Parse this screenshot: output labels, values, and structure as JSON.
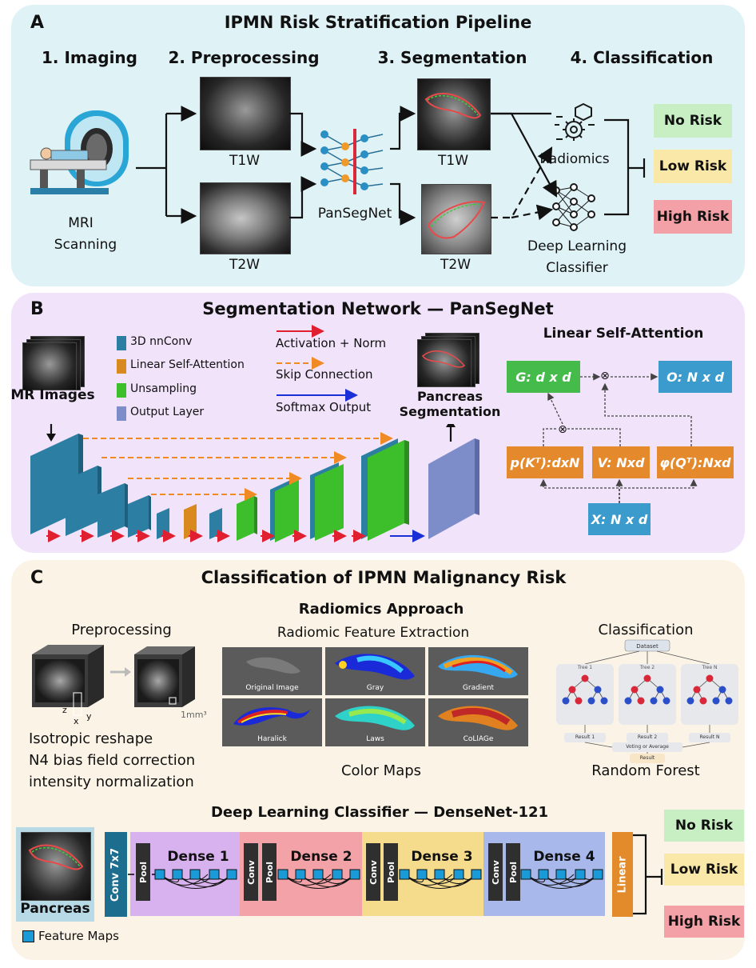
{
  "panel_a": {
    "letter": "A",
    "title": "IPMN Risk Stratification Pipeline",
    "steps": [
      "1. Imaging",
      "2. Preprocessing",
      "3. Segmentation",
      "4. Classification"
    ],
    "mri_label_line1": "MRI",
    "mri_label_line2": "Scanning",
    "t1w": "T1W",
    "t2w": "T2W",
    "pansegnet": "PanSegNet",
    "seg_t1w": "T1W",
    "seg_t2w": "T2W",
    "radiomics": "Radiomics",
    "dl_line1": "Deep Learning",
    "dl_line2": "Classifier",
    "risks": [
      "No Risk",
      "Low Risk",
      "High Risk"
    ]
  },
  "panel_b": {
    "letter": "B",
    "title": "Segmentation Network — PanSegNet",
    "mr_images": "MR Images",
    "legend_blocks": [
      "3D nnConv",
      "Linear Self-Attention",
      "Unsampling",
      "Output Layer"
    ],
    "legend_arrows": [
      "Activation + Norm",
      "Skip Connection",
      "Softmax Output"
    ],
    "output_line1": "Pancreas",
    "output_line2": "Segmentation",
    "lsa_title": "Linear Self-Attention",
    "lsa_G": "G: d x d",
    "lsa_O": "O: N x d",
    "lsa_p": "p(Kᵀ):dxN",
    "lsa_V": "V: Nxd",
    "lsa_phi": "φ(Qᵀ):Nxd",
    "lsa_X": "X: N x d",
    "multiply_symbol": "⊗"
  },
  "panel_c": {
    "letter": "C",
    "title": "Classification of IPMN Malignancy Risk",
    "radiomics_title": "Radiomics Approach",
    "preprocessing": "Preprocessing",
    "axis_z": "z",
    "axis_x": "x",
    "axis_y": "y",
    "voxel": "1mm³",
    "prep_steps": [
      "Isotropic reshape",
      "N4 bias field correction",
      "intensity normalization"
    ],
    "feature_extraction": "Radiomic Feature Extraction",
    "color_maps_title": "Color Maps",
    "color_maps": [
      "Original Image",
      "Gray",
      "Gradient",
      "Haralick",
      "Laws",
      "CoLlAGe"
    ],
    "classification": "Classification",
    "rf_dataset": "Dataset",
    "rf_trees": [
      "Tree 1",
      "Tree 2",
      "Tree N"
    ],
    "rf_results": [
      "Result 1",
      "Result 2",
      "Result N"
    ],
    "rf_voting": "Voting or Average",
    "rf_result": "Result",
    "random_forest": "Random Forest",
    "dl_title": "Deep Learning Classifier — DenseNet-121",
    "pancreas": "Pancreas",
    "conv7": "Conv 7x7",
    "pool": "Pool",
    "conv": "Conv",
    "dense_blocks": [
      "Dense 1",
      "Dense 2",
      "Dense 3",
      "Dense 4"
    ],
    "linear": "Linear",
    "feature_maps": "Feature Maps",
    "risks": [
      "No Risk",
      "Low Risk",
      "High Risk"
    ]
  },
  "colors": {
    "panel_a_bg": "#dff2f6",
    "panel_b_bg": "#f1e3fa",
    "panel_c_bg": "#fbf4e6",
    "no_risk": "#c8efc4",
    "low_risk": "#f9e8a8",
    "high_risk": "#f3a0a6",
    "nnconv": "#2c7ea3",
    "lsa": "#d98a1e",
    "upsampling": "#3cbf2a",
    "output": "#7d8dca",
    "activation": "#e02030",
    "skip": "#f08a24",
    "softmax": "#1a2fd6",
    "lsa_green": "#44bb4a",
    "lsa_blue": "#3a9bcc",
    "lsa_orange": "#e48a2c",
    "dense1": "#d8b2ee",
    "dense2": "#f3a3a8",
    "dense3": "#f5dc8c",
    "dense4": "#a8b8ea",
    "linear": "#e38a2a",
    "conv7": "#1c6d8e",
    "feature_map": "#1a9ad6"
  }
}
